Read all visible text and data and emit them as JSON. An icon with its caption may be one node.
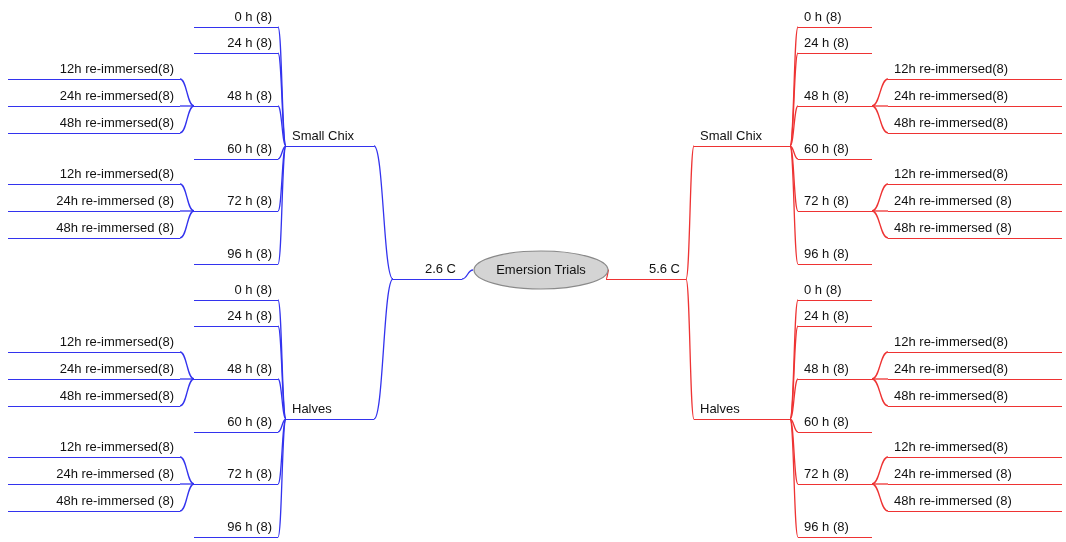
{
  "diagram": {
    "nodes": [
      {
        "text": [
          "Emersion Trials"
        ]
      },
      {
        "text": [
          "2.6 C"
        ]
      },
      {
        "text": [
          "Small Chix"
        ]
      },
      {
        "text": [
          "0 h (8)"
        ]
      },
      {
        "text": [
          "24 h (8)"
        ]
      },
      {
        "text": [
          "48 h (8)"
        ]
      },
      {
        "text": [
          "12h re-immersed(8)"
        ]
      },
      {
        "text": [
          "24h re-immersed(8)"
        ]
      },
      {
        "text": [
          "48h re-immersed(8)"
        ]
      },
      {
        "text": [
          "60 h (8)"
        ]
      },
      {
        "text": [
          "72 h (8)"
        ]
      },
      {
        "text": [
          "12h re-immersed(8)"
        ]
      },
      {
        "text": [
          "24h re-immersed (8)"
        ]
      },
      {
        "text": [
          "48h re-immersed (8)"
        ]
      },
      {
        "text": [
          "96 h (8)"
        ]
      },
      {
        "text": [
          "Halves"
        ]
      },
      {
        "text": [
          "0 h (8)"
        ]
      },
      {
        "text": [
          "24 h (8)"
        ]
      },
      {
        "text": [
          "48 h (8)"
        ]
      },
      {
        "text": [
          "12h re-immersed(8)"
        ]
      },
      {
        "text": [
          "24h re-immersed(8)"
        ]
      },
      {
        "text": [
          "48h re-immersed(8)"
        ]
      },
      {
        "text": [
          "60 h (8)"
        ]
      },
      {
        "text": [
          "72 h (8)"
        ]
      },
      {
        "text": [
          "12h re-immersed(8)"
        ]
      },
      {
        "text": [
          "24h re-immersed (8)"
        ]
      },
      {
        "text": [
          "48h re-immersed (8)"
        ]
      },
      {
        "text": [
          "96 h (8)"
        ]
      },
      {
        "text": [
          "5.6 C"
        ]
      },
      {
        "text": [
          "Small Chix"
        ]
      },
      {
        "text": [
          "0 h (8)"
        ]
      },
      {
        "text": [
          "24 h (8)"
        ]
      },
      {
        "text": [
          "48 h (8)"
        ]
      },
      {
        "text": [
          "12h re-immersed(8)"
        ]
      },
      {
        "text": [
          "24h re-immersed(8)"
        ]
      },
      {
        "text": [
          "48h re-immersed(8)"
        ]
      },
      {
        "text": [
          "60 h (8)"
        ]
      },
      {
        "text": [
          "72 h (8)"
        ]
      },
      {
        "text": [
          "12h re-immersed(8)"
        ]
      },
      {
        "text": [
          "24h re-immersed (8)"
        ]
      },
      {
        "text": [
          "48h re-immersed (8)"
        ]
      },
      {
        "text": [
          "96 h (8)"
        ]
      },
      {
        "text": [
          "Halves"
        ]
      },
      {
        "text": [
          "0 h (8)"
        ]
      },
      {
        "text": [
          "24 h (8)"
        ]
      },
      {
        "text": [
          "48 h (8)"
        ]
      },
      {
        "text": [
          "12h re-immersed(8)"
        ]
      },
      {
        "text": [
          "24h re-immersed(8)"
        ]
      },
      {
        "text": [
          "48h re-immersed(8)"
        ]
      },
      {
        "text": [
          "60 h (8)"
        ]
      },
      {
        "text": [
          "72 h (8)"
        ]
      },
      {
        "text": [
          "12h re-immersed(8)"
        ]
      },
      {
        "text": [
          "24h re-immersed (8)"
        ]
      },
      {
        "text": [
          "48h re-immersed (8)"
        ]
      },
      {
        "text": [
          "96 h (8)"
        ]
      }
    ],
    "edges": [
      {
        "from": 0,
        "to": 1,
        "arrow": "none",
        "color": "#3333ee"
      },
      {
        "from": 1,
        "to": 2,
        "arrow": "none",
        "color": "#3333ee"
      },
      {
        "from": 2,
        "to": 3,
        "arrow": "none",
        "color": "#3333ee"
      },
      {
        "from": 2,
        "to": 4,
        "arrow": "none",
        "color": "#3333ee"
      },
      {
        "from": 2,
        "to": 5,
        "arrow": "none",
        "color": "#3333ee"
      },
      {
        "from": 5,
        "to": 6,
        "arrow": "none",
        "color": "#3333ee"
      },
      {
        "from": 5,
        "to": 7,
        "arrow": "none",
        "color": "#3333ee"
      },
      {
        "from": 5,
        "to": 8,
        "arrow": "none",
        "color": "#3333ee"
      },
      {
        "from": 2,
        "to": 9,
        "arrow": "none",
        "color": "#3333ee"
      },
      {
        "from": 2,
        "to": 10,
        "arrow": "none",
        "color": "#3333ee"
      },
      {
        "from": 10,
        "to": 11,
        "arrow": "none",
        "color": "#3333ee"
      },
      {
        "from": 10,
        "to": 12,
        "arrow": "none",
        "color": "#3333ee"
      },
      {
        "from": 10,
        "to": 13,
        "arrow": "none",
        "color": "#3333ee"
      },
      {
        "from": 2,
        "to": 14,
        "arrow": "none",
        "color": "#3333ee"
      },
      {
        "from": 1,
        "to": 15,
        "arrow": "none",
        "color": "#3333ee"
      },
      {
        "from": 15,
        "to": 16,
        "arrow": "none",
        "color": "#3333ee"
      },
      {
        "from": 15,
        "to": 17,
        "arrow": "none",
        "color": "#3333ee"
      },
      {
        "from": 15,
        "to": 18,
        "arrow": "none",
        "color": "#3333ee"
      },
      {
        "from": 18,
        "to": 19,
        "arrow": "none",
        "color": "#3333ee"
      },
      {
        "from": 18,
        "to": 20,
        "arrow": "none",
        "color": "#3333ee"
      },
      {
        "from": 18,
        "to": 21,
        "arrow": "none",
        "color": "#3333ee"
      },
      {
        "from": 15,
        "to": 22,
        "arrow": "none",
        "color": "#3333ee"
      },
      {
        "from": 15,
        "to": 23,
        "arrow": "none",
        "color": "#3333ee"
      },
      {
        "from": 23,
        "to": 24,
        "arrow": "none",
        "color": "#3333ee"
      },
      {
        "from": 23,
        "to": 25,
        "arrow": "none",
        "color": "#3333ee"
      },
      {
        "from": 23,
        "to": 26,
        "arrow": "none",
        "color": "#3333ee"
      },
      {
        "from": 15,
        "to": 27,
        "arrow": "none",
        "color": "#3333ee"
      },
      {
        "from": 0,
        "to": 28,
        "arrow": "none",
        "color": "#ee3333"
      },
      {
        "from": 28,
        "to": 29,
        "arrow": "none",
        "color": "#ee3333"
      },
      {
        "from": 29,
        "to": 30,
        "arrow": "none",
        "color": "#ee3333"
      },
      {
        "from": 29,
        "to": 31,
        "arrow": "none",
        "color": "#ee3333"
      },
      {
        "from": 29,
        "to": 32,
        "arrow": "none",
        "color": "#ee3333"
      },
      {
        "from": 32,
        "to": 33,
        "arrow": "none",
        "color": "#ee3333"
      },
      {
        "from": 32,
        "to": 34,
        "arrow": "none",
        "color": "#ee3333"
      },
      {
        "from": 32,
        "to": 35,
        "arrow": "none",
        "color": "#ee3333"
      },
      {
        "from": 29,
        "to": 36,
        "arrow": "none",
        "color": "#ee3333"
      },
      {
        "from": 29,
        "to": 37,
        "arrow": "none",
        "color": "#ee3333"
      },
      {
        "from": 37,
        "to": 38,
        "arrow": "none",
        "color": "#ee3333"
      },
      {
        "from": 37,
        "to": 39,
        "arrow": "none",
        "color": "#ee3333"
      },
      {
        "from": 37,
        "to": 40,
        "arrow": "none",
        "color": "#ee3333"
      },
      {
        "from": 29,
        "to": 41,
        "arrow": "none",
        "color": "#ee3333"
      },
      {
        "from": 28,
        "to": 42,
        "arrow": "none",
        "color": "#ee3333"
      },
      {
        "from": 42,
        "to": 43,
        "arrow": "none",
        "color": "#ee3333"
      },
      {
        "from": 42,
        "to": 44,
        "arrow": "none",
        "color": "#ee3333"
      },
      {
        "from": 42,
        "to": 45,
        "arrow": "none",
        "color": "#ee3333"
      },
      {
        "from": 45,
        "to": 46,
        "arrow": "none",
        "color": "#ee3333"
      },
      {
        "from": 45,
        "to": 47,
        "arrow": "none",
        "color": "#ee3333"
      },
      {
        "from": 45,
        "to": 48,
        "arrow": "none",
        "color": "#ee3333"
      },
      {
        "from": 42,
        "to": 49,
        "arrow": "none",
        "color": "#ee3333"
      },
      {
        "from": 42,
        "to": 50,
        "arrow": "none",
        "color": "#ee3333"
      },
      {
        "from": 50,
        "to": 51,
        "arrow": "none",
        "color": "#ee3333"
      },
      {
        "from": 50,
        "to": 52,
        "arrow": "none",
        "color": "#ee3333"
      },
      {
        "from": 50,
        "to": 53,
        "arrow": "none",
        "color": "#ee3333"
      },
      {
        "from": 42,
        "to": 54,
        "arrow": "none",
        "color": "#ee3333"
      }
    ]
  }
}
